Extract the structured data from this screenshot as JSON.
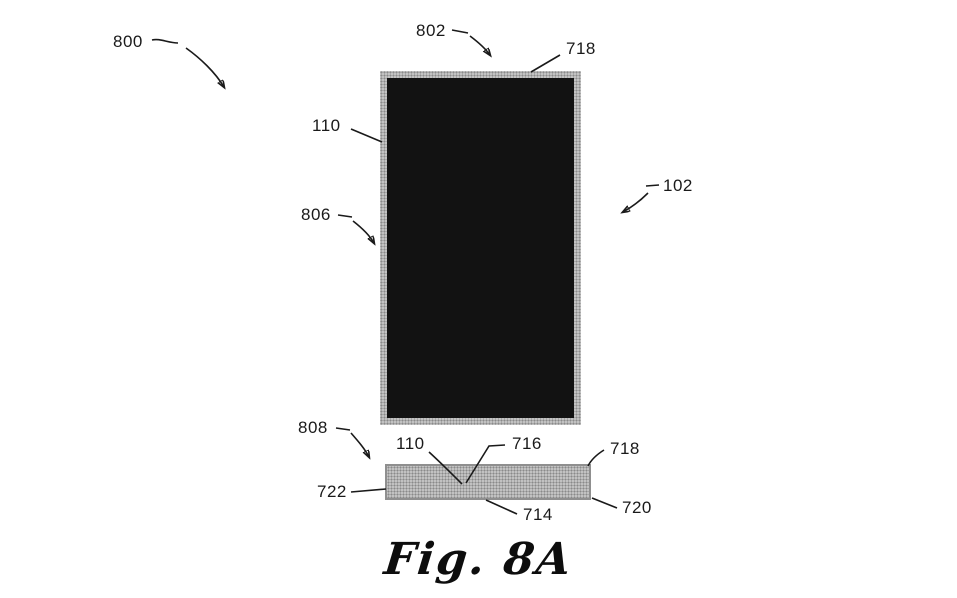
{
  "figure": {
    "caption": "Fig. 8A",
    "labels": {
      "ref800": "800",
      "ref802": "802",
      "ref718_top": "718",
      "ref110_top": "110",
      "ref806": "806",
      "ref102": "102",
      "ref808": "808",
      "ref110_bottom": "110",
      "ref716": "716",
      "ref718_bottom": "718",
      "ref722": "722",
      "ref714": "714",
      "ref720": "720"
    },
    "colors": {
      "panel_fill": "#121212",
      "stipple_base": "#c2c2c2",
      "stipple_dot": "#8a8a8a",
      "line_color": "#1a1a1a",
      "background": "#ffffff"
    }
  }
}
